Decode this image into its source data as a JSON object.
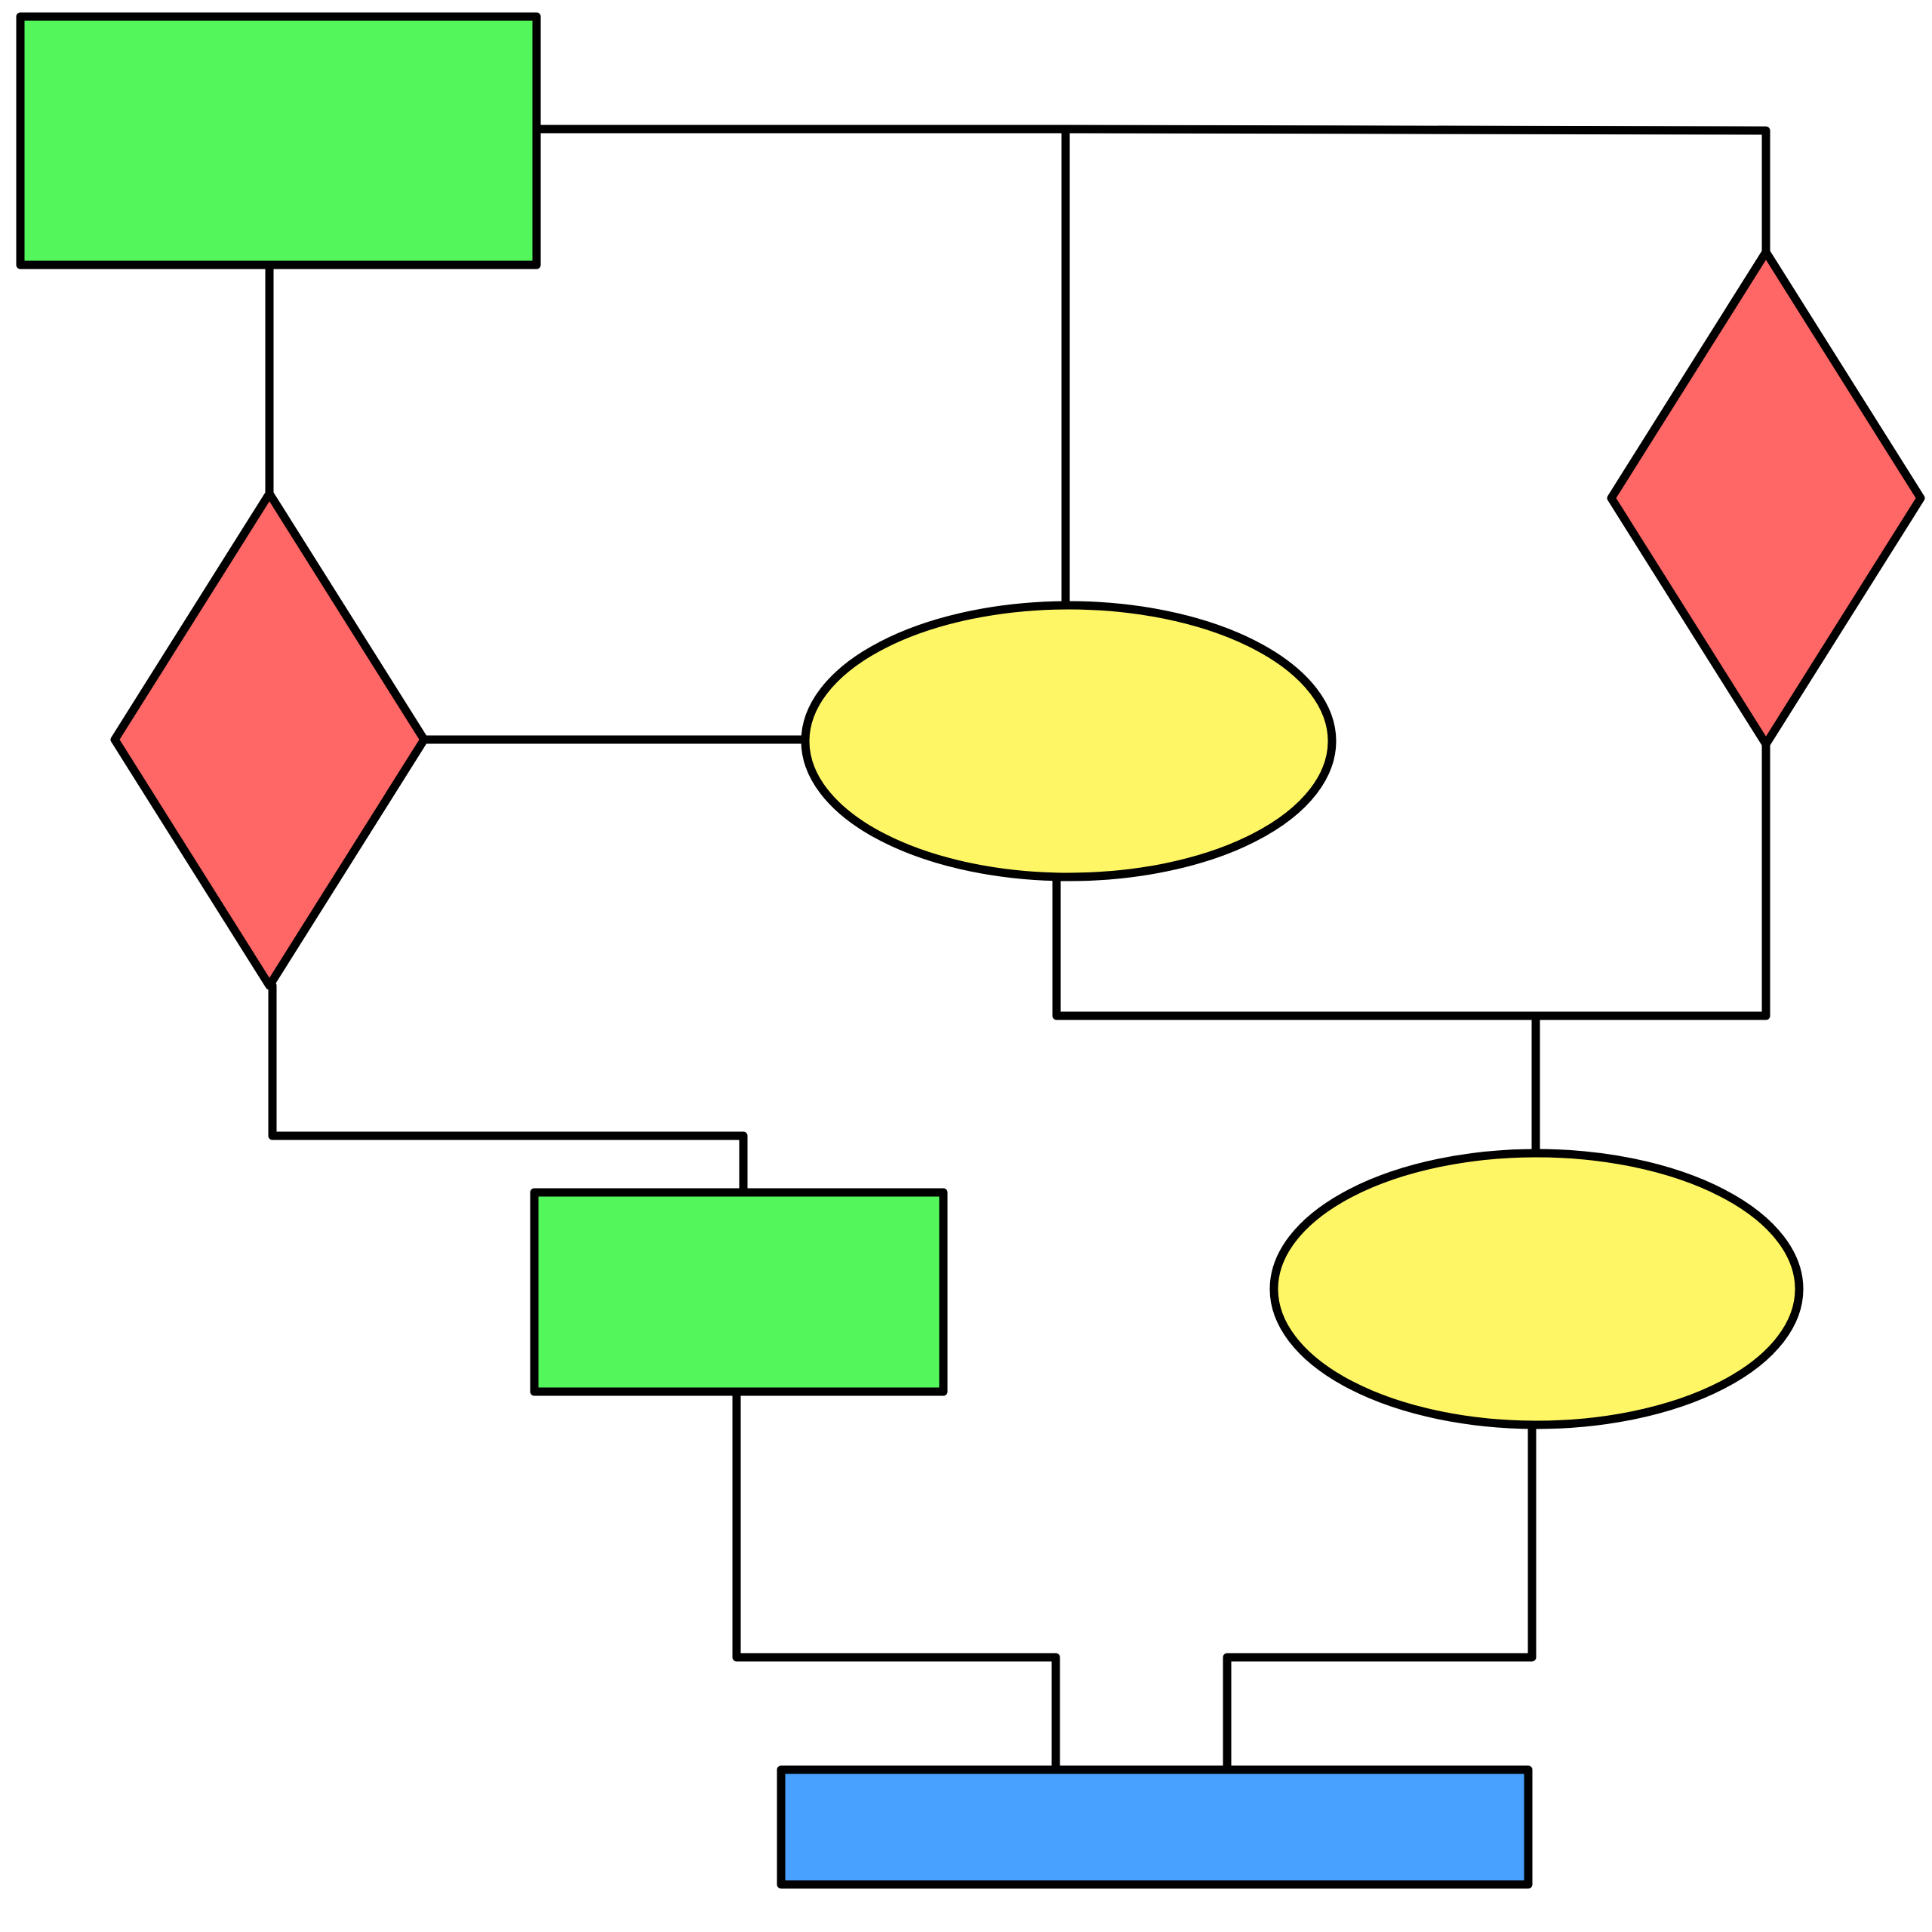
{
  "diagram": {
    "background": "#ffffff",
    "stroke_color": "#000000",
    "colors": {
      "process": "#53f75c",
      "decision": "#ff6666",
      "terminal": "#fff666",
      "output": "#48a1ff"
    },
    "nodes": [
      {
        "id": "rect-top-left",
        "shape": "rectangle",
        "color_key": "process",
        "label": ""
      },
      {
        "id": "diamond-left",
        "shape": "diamond",
        "color_key": "decision",
        "label": ""
      },
      {
        "id": "ellipse-center",
        "shape": "ellipse",
        "color_key": "terminal",
        "label": ""
      },
      {
        "id": "diamond-right",
        "shape": "diamond",
        "color_key": "decision",
        "label": ""
      },
      {
        "id": "rect-middle",
        "shape": "rectangle",
        "color_key": "process",
        "label": ""
      },
      {
        "id": "ellipse-right",
        "shape": "ellipse",
        "color_key": "terminal",
        "label": ""
      },
      {
        "id": "rect-bottom",
        "shape": "rectangle",
        "color_key": "output",
        "label": ""
      }
    ],
    "edges": [
      {
        "from": "rect-top-left",
        "to": "diamond-left"
      },
      {
        "from": "rect-top-left",
        "to": "ellipse-center"
      },
      {
        "from": "rect-top-left",
        "to": "diamond-right"
      },
      {
        "from": "diamond-left",
        "to": "ellipse-center"
      },
      {
        "from": "diamond-left",
        "to": "rect-middle"
      },
      {
        "from": "ellipse-center",
        "to": "ellipse-right"
      },
      {
        "from": "diamond-right",
        "to": "ellipse-right"
      },
      {
        "from": "rect-middle",
        "to": "rect-bottom"
      },
      {
        "from": "ellipse-right",
        "to": "rect-bottom"
      }
    ]
  }
}
